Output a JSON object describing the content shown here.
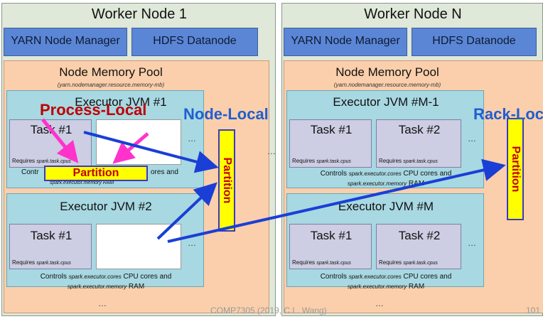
{
  "worker1": {
    "title": "Worker Node 1",
    "yarn": "YARN Node Manager",
    "hdfs": "HDFS Datanode",
    "pool_title": "Node Memory Pool",
    "pool_sub": "(yarn.nodemanager.resource.memory-mb)",
    "exec1": {
      "title": "Executor JVM #1",
      "task_name": "Task #1",
      "requires": "Requires",
      "requires_key": "spark.task.cpus",
      "ctrl_left": "Contr",
      "ctrl_right": "ores and",
      "ctrl_line2": "spark.executor.memory RAM",
      "dots": "…"
    },
    "exec2": {
      "title": "Executor JVM #2",
      "task_name": "Task #1",
      "requires": "Requires",
      "requires_key": "spark.task.cpus",
      "ctrl_a": "Controls",
      "ctrl_key1": "spark.executor.cores",
      "ctrl_b": "CPU cores and",
      "ctrl_key2": "spark.executor.memory",
      "ctrl_c": "RAM",
      "dots": "…"
    },
    "bottom_dots": "…"
  },
  "workerN": {
    "title": "Worker Node N",
    "yarn": "YARN Node Manager",
    "hdfs": "HDFS Datanode",
    "pool_title": "Node Memory Pool",
    "pool_sub": "(yarn.nodemanager.resource.memory-mb)",
    "execA": {
      "title": "Executor JVM #M-1",
      "task1": "Task #1",
      "task2": "Task #2",
      "requires": "Requires",
      "requires_key": "spark.task.cpus",
      "ctrl_a": "Controls",
      "ctrl_key1": "spark.executor.cores",
      "ctrl_b": "CPU cores and",
      "ctrl_key2": "spark.executor.memory",
      "ctrl_c": "RAM",
      "dots": "…"
    },
    "execB": {
      "title": "Executor JVM #M",
      "task1": "Task #1",
      "task2": "Task #2",
      "requires": "Requires",
      "requires_key": "spark.task.cpus",
      "ctrl_a": "Controls",
      "ctrl_key1": "spark.executor.cores",
      "ctrl_b": "CPU cores and",
      "ctrl_key2": "spark.executor.memory",
      "ctrl_c": "RAM",
      "dots": "…"
    },
    "bottom_dots": "…"
  },
  "between_dots": "…",
  "labels": {
    "process_local": "Process-Local",
    "node_local": "Node-Local",
    "rack_local": "Rack-Loc"
  },
  "partition": "Partition",
  "footer": "COMP7305 (2019, C.L. Wang)",
  "page_number": "101",
  "colors": {
    "arrow_blue": "#1a3fd6",
    "arrow_magenta": "#ff33cc",
    "partition_fill": "#ffff00",
    "label_red": "#c00000",
    "label_blue": "#1f5fd0"
  }
}
